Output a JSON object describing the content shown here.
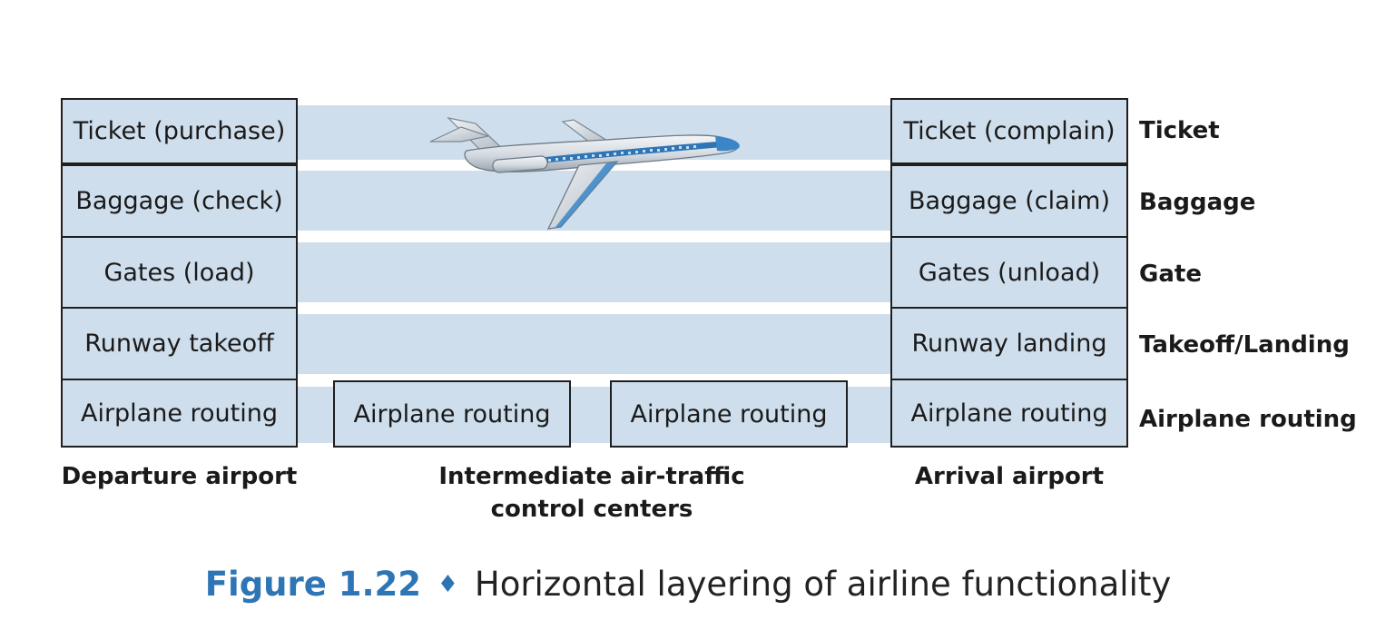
{
  "departure": {
    "label": "Departure airport",
    "layers": [
      "Ticket (purchase)",
      "Baggage (check)",
      "Gates (load)",
      "Runway takeoff",
      "Airplane routing"
    ]
  },
  "intermediate": {
    "label_line1": "Intermediate air-traffic",
    "label_line2": "control centers",
    "routing": [
      "Airplane routing",
      "Airplane routing"
    ]
  },
  "arrival": {
    "label": "Arrival airport",
    "layers": [
      "Ticket (complain)",
      "Baggage (claim)",
      "Gates (unload)",
      "Runway landing",
      "Airplane routing"
    ]
  },
  "layer_names": [
    "Ticket",
    "Baggage",
    "Gate",
    "Takeoff/Landing",
    "Airplane routing"
  ],
  "caption": {
    "figure": "Figure 1.22",
    "separator": "♦",
    "text": "Horizontal layering of airline functionality"
  },
  "colors": {
    "band": "#cfdeec",
    "caption_accent": "#2e75b6",
    "plane_stripe": "#2e75b6"
  }
}
